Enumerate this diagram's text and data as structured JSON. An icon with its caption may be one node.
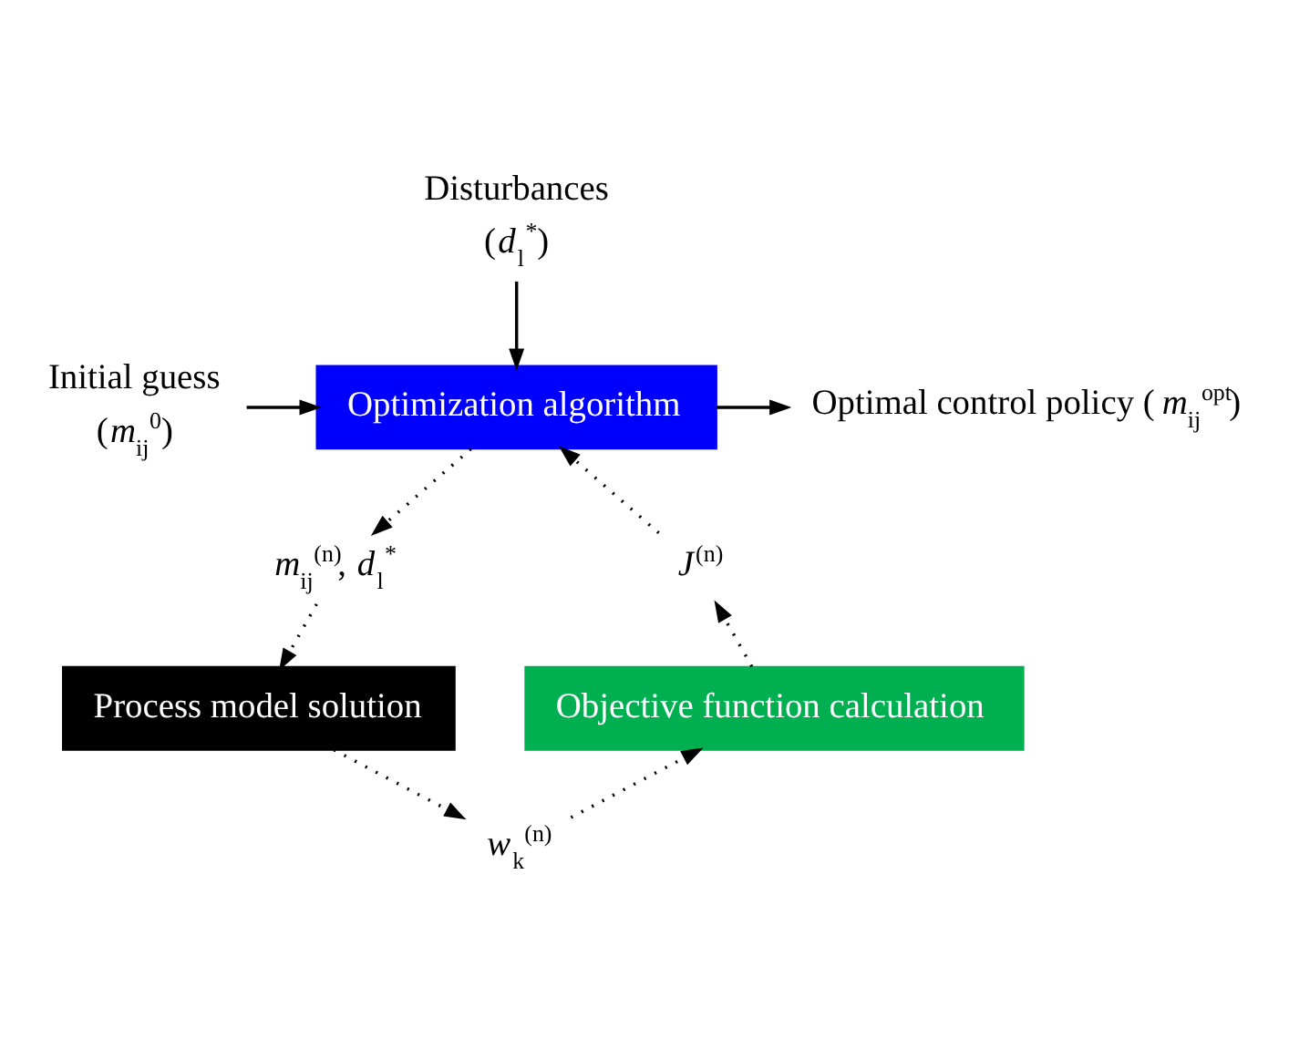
{
  "diagram": {
    "nodes": [
      {
        "text": [
          "Disturbances",
          "(*d*$_{l}$$^{*}$)"
        ]
      },
      {
        "text": [
          "Initial guess",
          "(*m*$_{ij}$$^{0}$)"
        ]
      },
      {
        "text": [
          "Optimization algorithm"
        ]
      },
      {
        "text": [
          "Optimal control policy (*m*$_{ij}$$^{opt}$)"
        ]
      },
      {
        "text": [
          "*J*$^{(n)}$"
        ]
      },
      {
        "text": [
          "*m*$_{ij}$$^{(n)}$, *d*$_{l}$$^{*}$"
        ]
      },
      {
        "text": [
          "Objective function calculation"
        ]
      },
      {
        "text": [
          "Process model solution"
        ]
      },
      {
        "text": [
          "*w*$_{k}$$^{(n)}$"
        ]
      }
    ],
    "edges": [
      {
        "from": 0,
        "to": 2,
        "arrow": "to"
      },
      {
        "from": 1,
        "to": 2,
        "arrow": "to"
      },
      {
        "from": 2,
        "to": 3,
        "arrow": "to"
      },
      {
        "from": 2,
        "to": 5,
        "arrow": "to",
        "style": "dashed"
      },
      {
        "from": 5,
        "to": 7,
        "arrow": "to",
        "style": "dashed"
      },
      {
        "from": 7,
        "to": 8,
        "arrow": "to",
        "style": "dashed"
      },
      {
        "from": 8,
        "to": 6,
        "arrow": "to",
        "style": "dashed"
      },
      {
        "from": 6,
        "to": 4,
        "arrow": "to",
        "style": "dashed"
      },
      {
        "from": 4,
        "to": 2,
        "arrow": "to",
        "style": "dashed"
      }
    ]
  }
}
